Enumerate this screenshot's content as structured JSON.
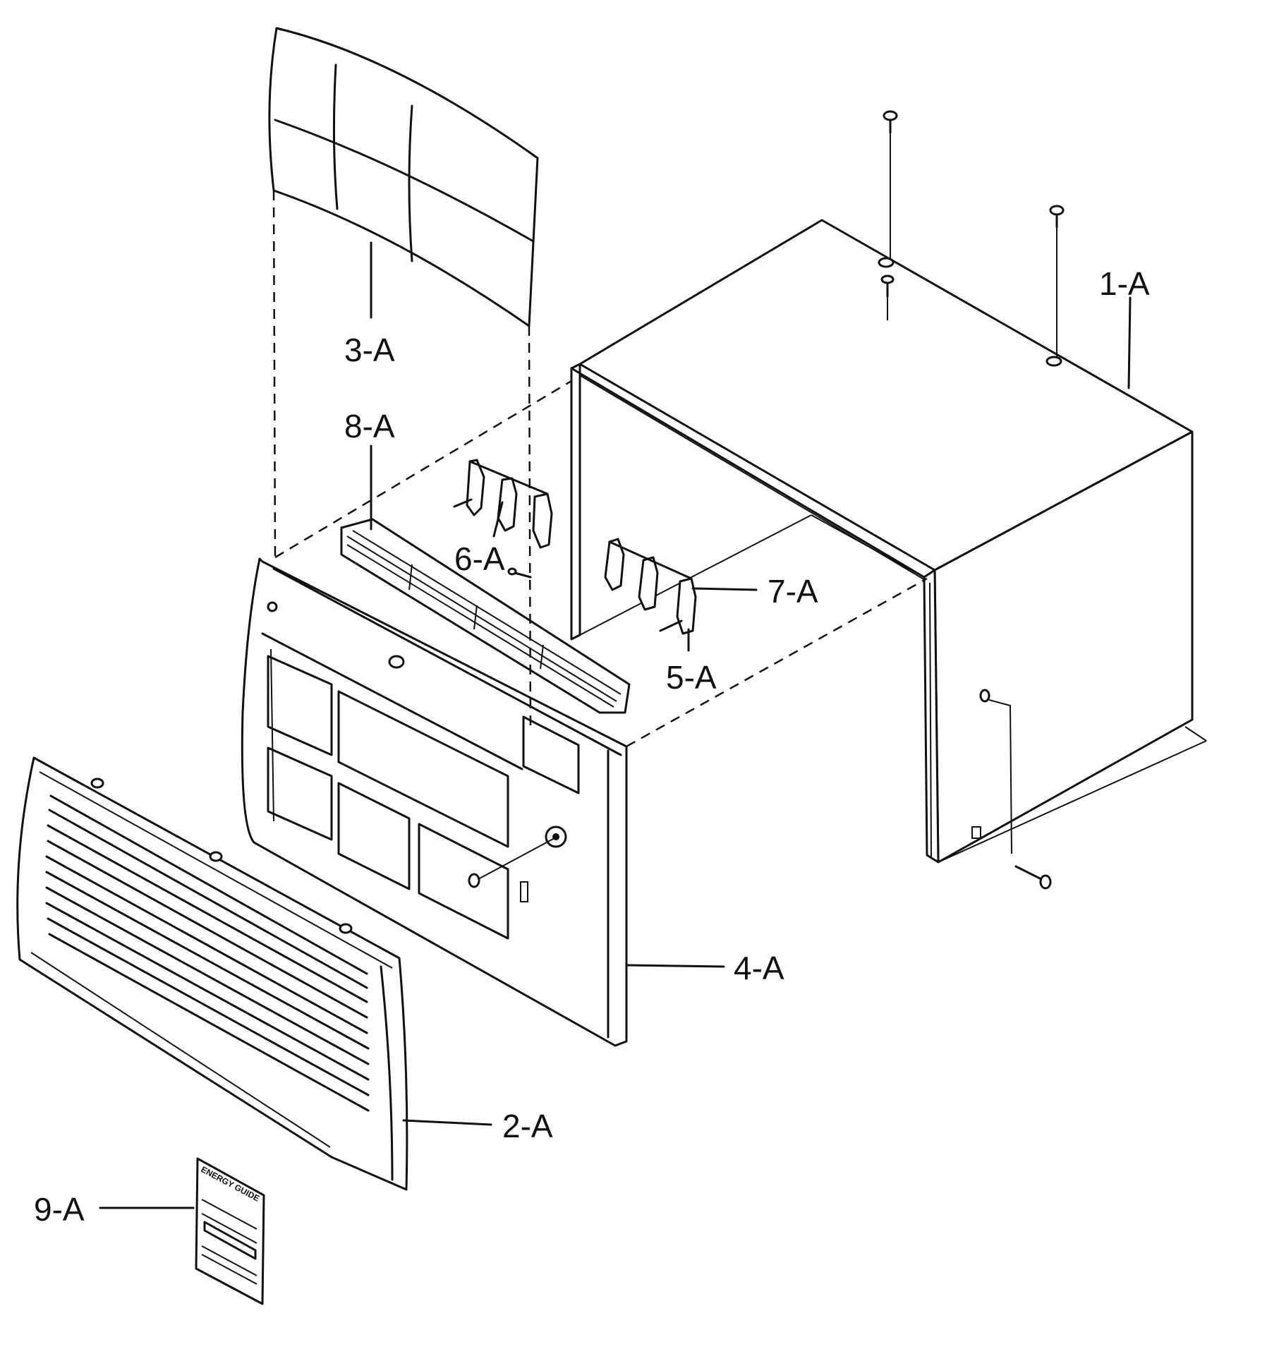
{
  "labels": {
    "p1": "1-A",
    "p2": "2-A",
    "p3": "3-A",
    "p4": "4-A",
    "p5": "5-A",
    "p6": "6-A",
    "p7": "7-A",
    "p8": "8-A",
    "p9": "9-A"
  },
  "energy_guide": {
    "header": "ENERGY GUIDE"
  },
  "colors": {
    "ink": "#111111",
    "paper": "#ffffff"
  },
  "parts": [
    {
      "id": "1-A",
      "icon": "cabinet-wrapper-icon"
    },
    {
      "id": "2-A",
      "icon": "front-grille-icon"
    },
    {
      "id": "3-A",
      "icon": "air-filter-icon"
    },
    {
      "id": "4-A",
      "icon": "front-frame-icon"
    },
    {
      "id": "5-A",
      "icon": "bracket-icon"
    },
    {
      "id": "6-A",
      "icon": "bracket-icon"
    },
    {
      "id": "7-A",
      "icon": "bracket-icon"
    },
    {
      "id": "8-A",
      "icon": "louver-icon"
    },
    {
      "id": "9-A",
      "icon": "energy-guide-label-icon"
    }
  ]
}
